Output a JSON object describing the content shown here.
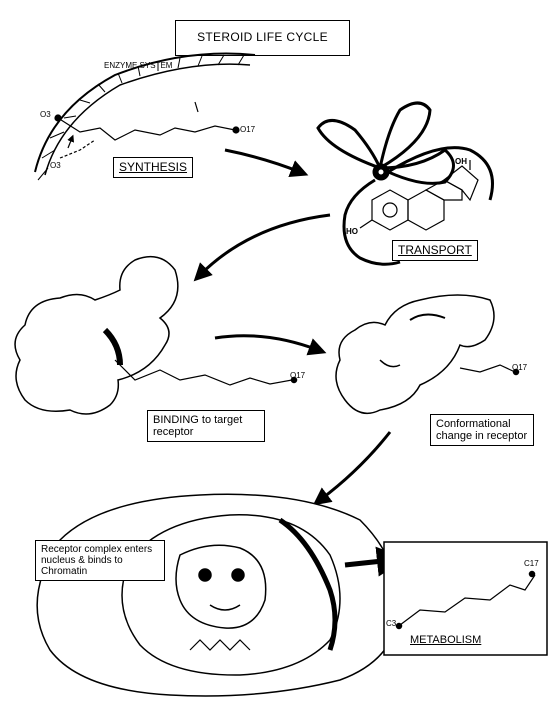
{
  "title": "STEROID LIFE CYCLE",
  "labels": {
    "enzyme_system": "ENZYME SYSTEM",
    "synthesis": "SYNTHESIS",
    "transport": "TRANSPORT",
    "binding": "BINDING to target receptor",
    "conformational": "Conformational change in receptor",
    "nucleus": "Receptor complex enters nucleus & binds to Chromatin",
    "metabolism": "METABOLISM"
  },
  "markers": {
    "o3_top": "O3",
    "o3_bottom": "O3",
    "o17_synthesis": "O17",
    "oh": "OH",
    "ho": "HO",
    "o17_binding": "O17",
    "o17_conformational": "O17",
    "c3": "C3",
    "c17": "C17"
  }
}
